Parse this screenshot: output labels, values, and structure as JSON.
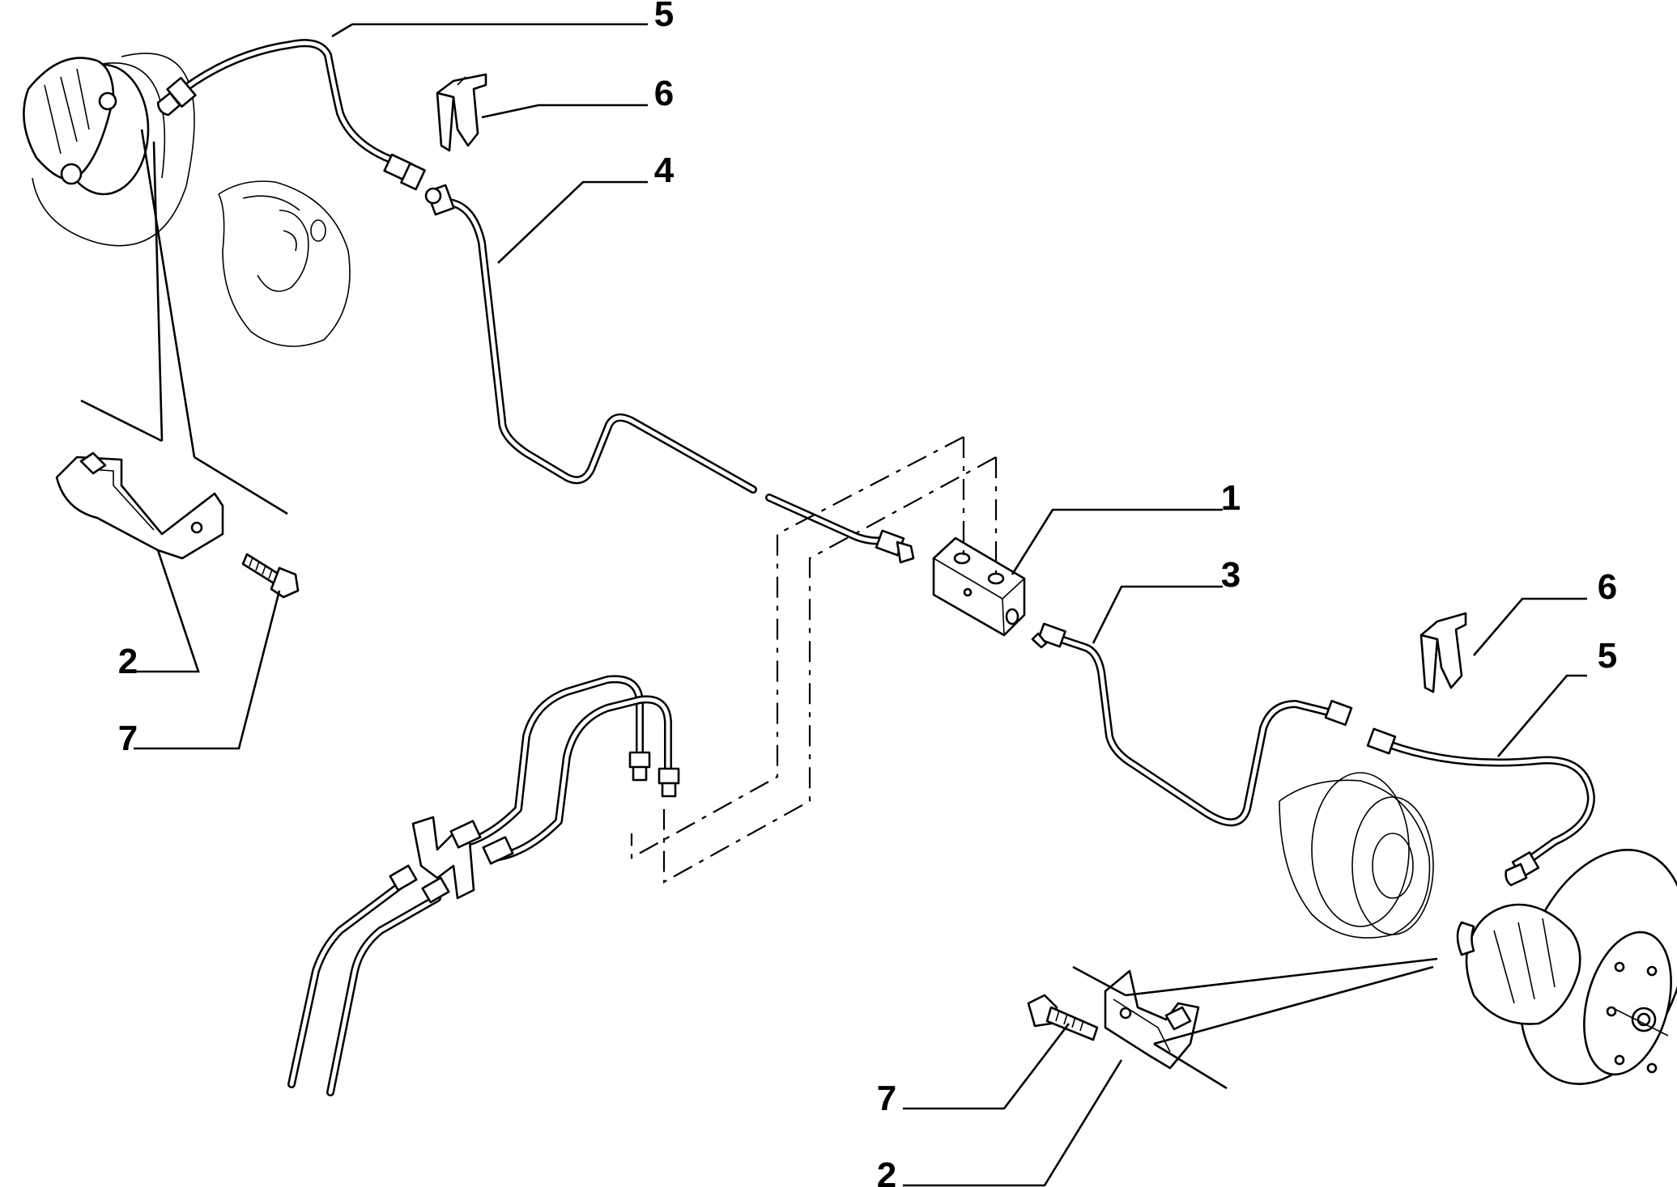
{
  "diagram": {
    "callouts": [
      {
        "id": "c1",
        "label": "1",
        "part": "brake-pipe-junction-block"
      },
      {
        "id": "c2a",
        "label": "2",
        "part": "pipe-bracket-left"
      },
      {
        "id": "c2b",
        "label": "2",
        "part": "pipe-bracket-right"
      },
      {
        "id": "c3",
        "label": "3",
        "part": "brake-pipe-right"
      },
      {
        "id": "c4",
        "label": "4",
        "part": "brake-pipe-left"
      },
      {
        "id": "c5a",
        "label": "5",
        "part": "flexible-hose-left"
      },
      {
        "id": "c5b",
        "label": "5",
        "part": "flexible-hose-right"
      },
      {
        "id": "c6a",
        "label": "6",
        "part": "hose-clip-left"
      },
      {
        "id": "c6b",
        "label": "6",
        "part": "hose-clip-right"
      },
      {
        "id": "c7a",
        "label": "7",
        "part": "bolt-left"
      },
      {
        "id": "c7b",
        "label": "7",
        "part": "bolt-right"
      }
    ]
  }
}
